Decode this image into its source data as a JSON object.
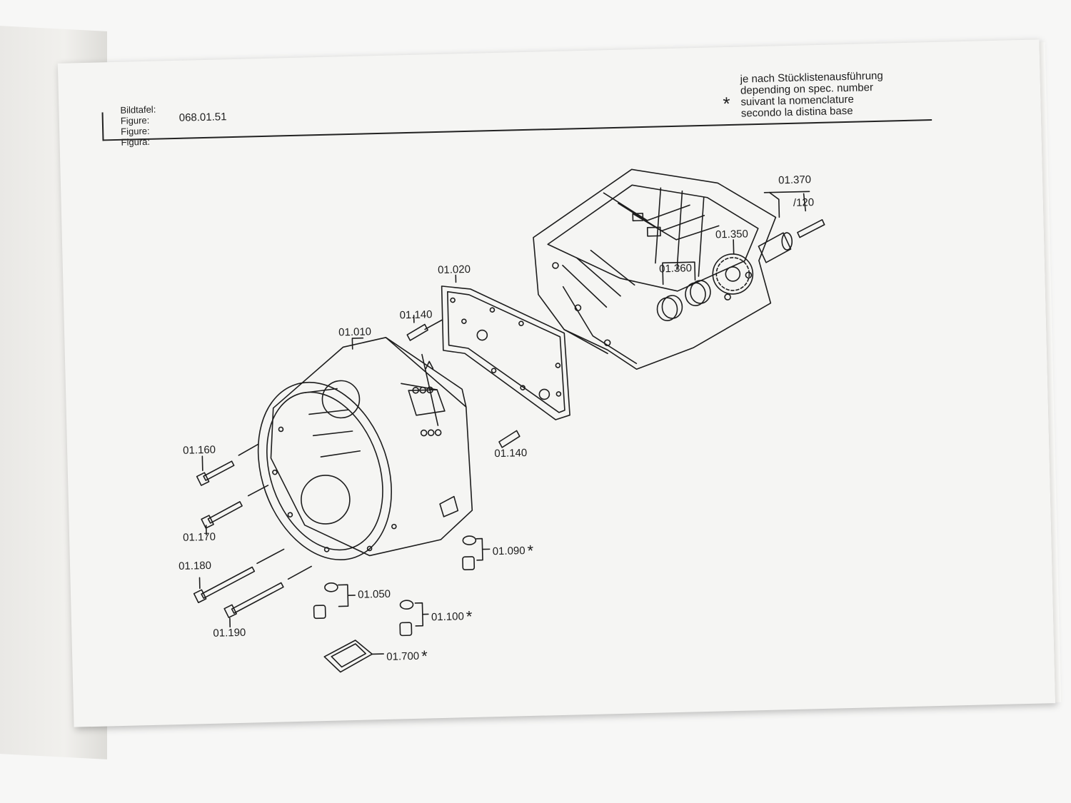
{
  "header": {
    "labels": [
      "Bildtafel:",
      "Figure:",
      "Figure:",
      "Figura:"
    ],
    "figure_number": "068.01.51",
    "note_symbol": "*",
    "note_lines": [
      "je nach Stücklistenausführung",
      "depending on spec. number",
      "suivant la nomenclature",
      "secondo la distina base"
    ]
  },
  "parts": {
    "p01010": "01.010",
    "p01020": "01.020",
    "p01140a": "01.140",
    "p01140b": "01.140",
    "p01160": "01.160",
    "p01170": "01.170",
    "p01180": "01.180",
    "p01190": "01.190",
    "p01050": "01.050",
    "p01090": "01.090",
    "p01100": "01.100",
    "p01700": "01.700",
    "p01360": "01.360",
    "p01350": "01.350",
    "p01370": "01.370",
    "p120": "/120"
  },
  "colors": {
    "ink": "#1d1d1d",
    "paper": "#f5f5f3"
  }
}
